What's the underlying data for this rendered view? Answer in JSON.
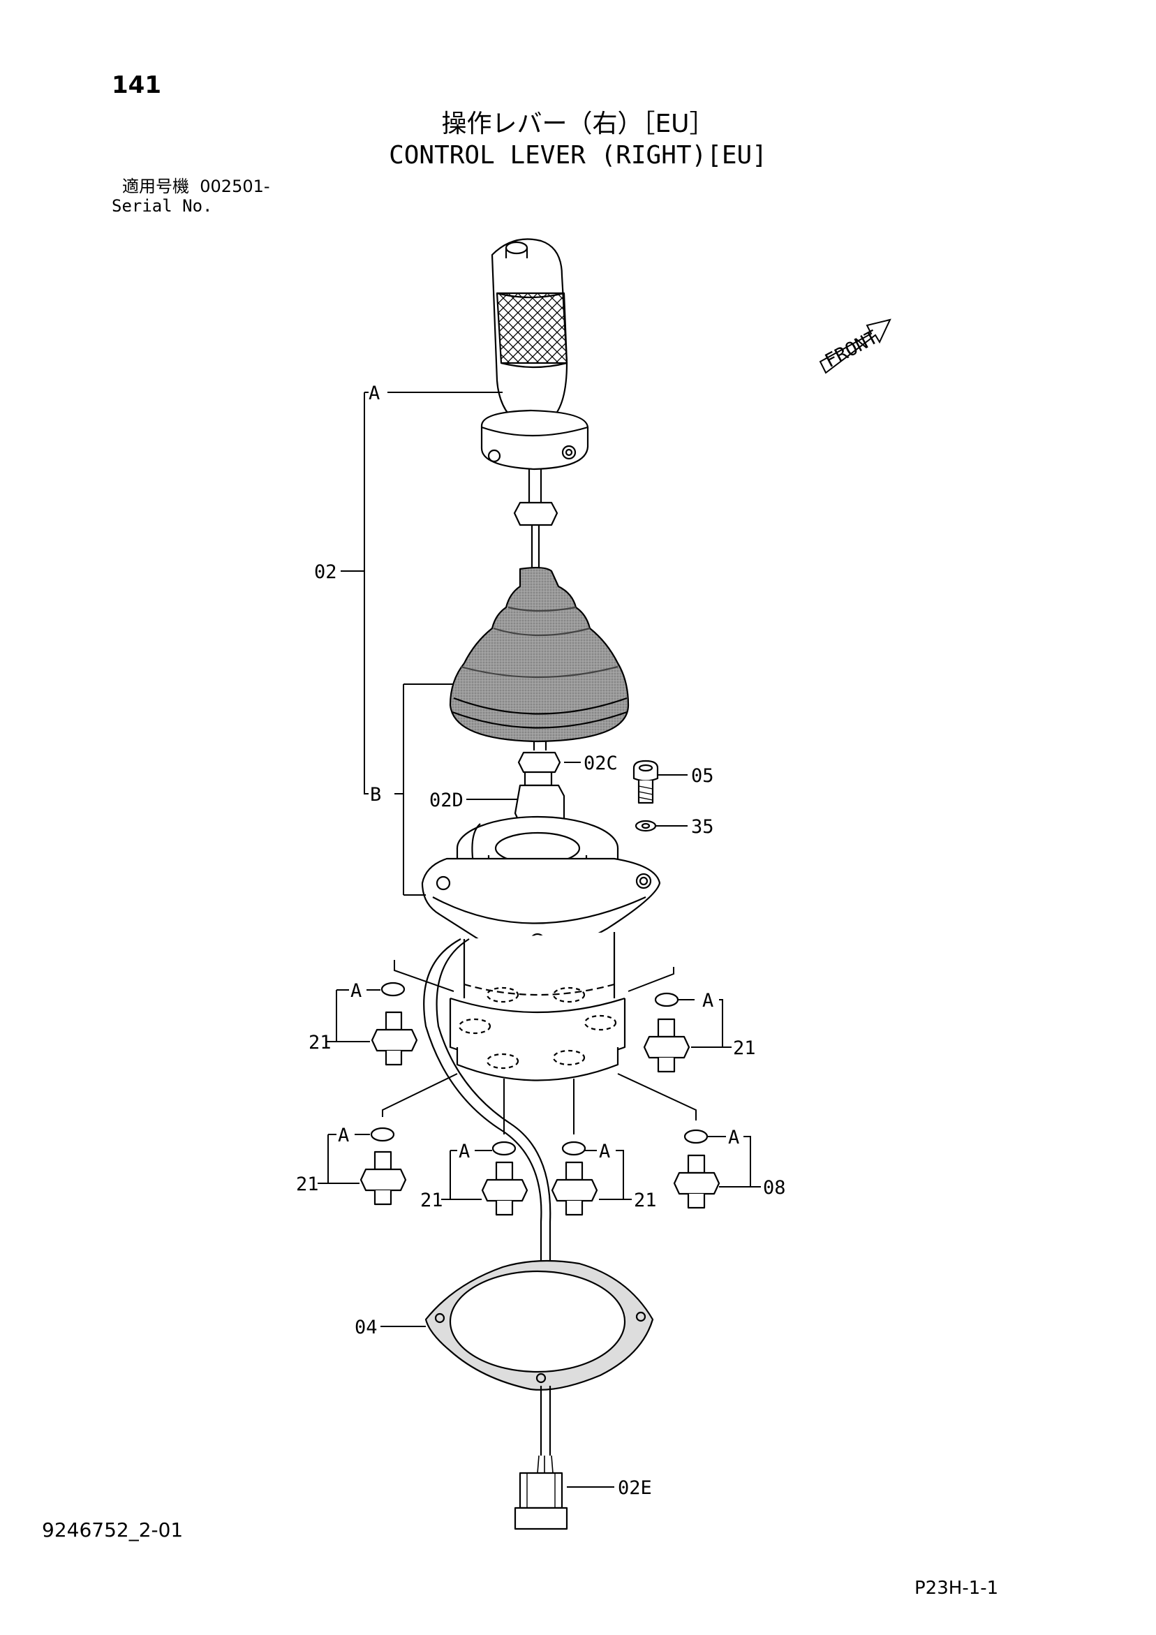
{
  "header": {
    "page_number": "141",
    "title_jp": "操作レバー（右）［EU］",
    "title_en": "CONTROL LEVER (RIGHT)[EU]",
    "serial_label_jp": "適用号機",
    "serial_value": "002501-",
    "serial_label_en": "Serial No."
  },
  "footer": {
    "drawing_number": "9246752_2-01",
    "page_code": "P23H-1-1"
  },
  "front_indicator": "FRONT",
  "callouts": {
    "a_top": "A",
    "b": "B",
    "p02": "02",
    "p02c": "02C",
    "p02d": "02D",
    "p05": "05",
    "p35": "35",
    "a_left_top": "A",
    "p21_left_top": "21",
    "a_right_top": "A",
    "p21_right_top": "21",
    "a_b1": "A",
    "p21_b1": "21",
    "a_b2": "A",
    "p21_b2": "21",
    "a_b3": "A",
    "p21_b3": "21",
    "a_b4": "A",
    "p08": "08",
    "p04": "04",
    "p02e": "02E"
  }
}
